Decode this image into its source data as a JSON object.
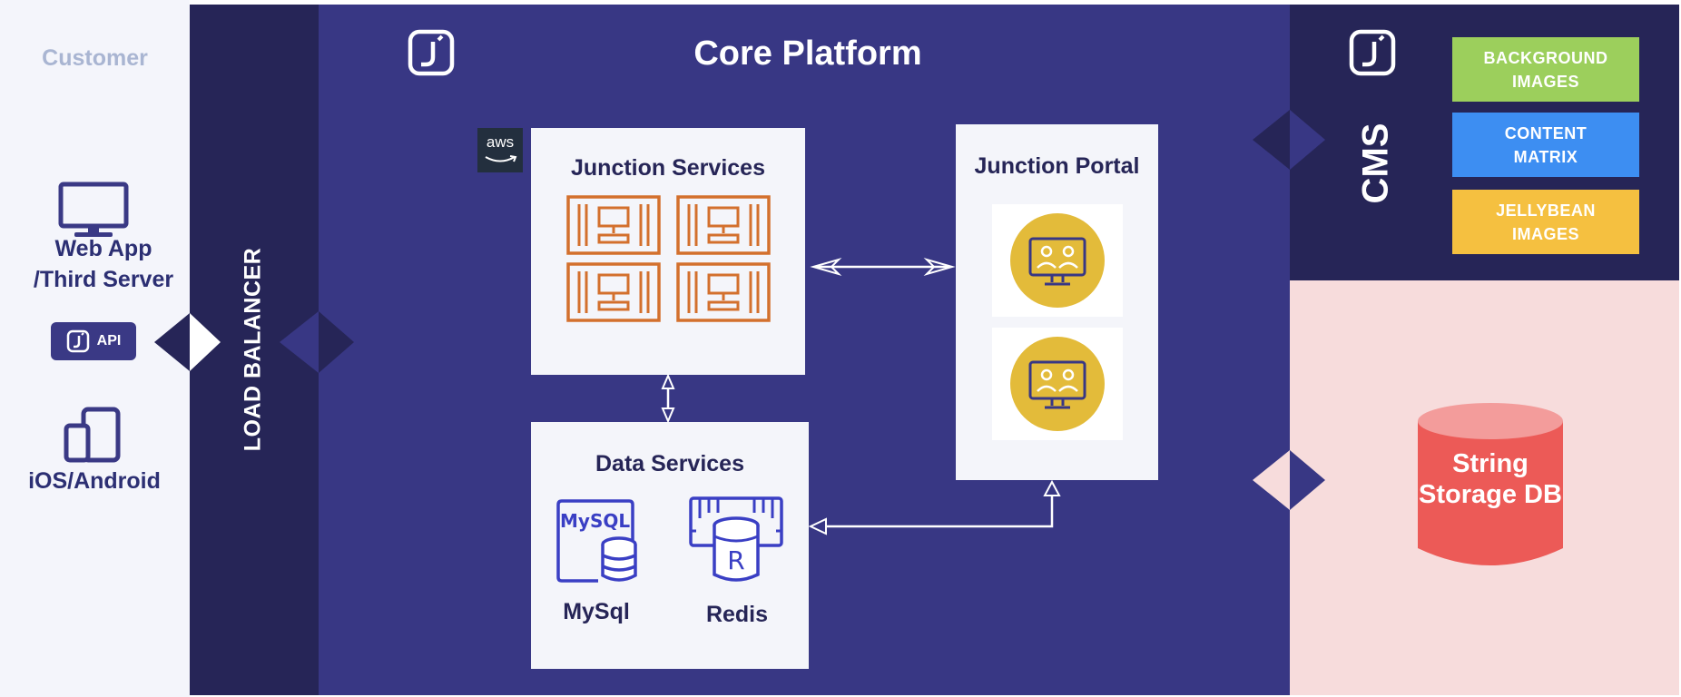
{
  "customer": {
    "title": "Customer",
    "web_label": "Web App /Third Server",
    "api_label": "API",
    "mobile_label": "iOS/Android"
  },
  "load_balancer": {
    "label": "LOAD BALANCER"
  },
  "core": {
    "title": "Core Platform",
    "aws_label": "aws",
    "junction_services": {
      "title": "Junction Services"
    },
    "junction_portal": {
      "title": "Junction Portal"
    },
    "data_services": {
      "title": "Data Services",
      "mysql_label": "MySql",
      "mysql_logo_text": "MySQL",
      "redis_label": "Redis",
      "redis_logo_text": "R"
    }
  },
  "cms": {
    "label": "CMS",
    "items": [
      {
        "label": "BACKGROUND IMAGES",
        "color": "#9ccf5c"
      },
      {
        "label": "CONTENT MATRIX",
        "color": "#3d8ef2"
      },
      {
        "label": "JELLYBEAN IMAGES",
        "color": "#f5c040"
      }
    ]
  },
  "storage": {
    "label": "String Storage DB",
    "color": "#ec5a57"
  },
  "colors": {
    "navy_dark": "#262557",
    "navy": "#383784",
    "panel": "#f4f5fa",
    "server_orange": "#d3702d",
    "portal_gold": "#e3bb3a",
    "customer_bg": "#f4f5fb",
    "storage_bg": "#f7dcdc"
  }
}
